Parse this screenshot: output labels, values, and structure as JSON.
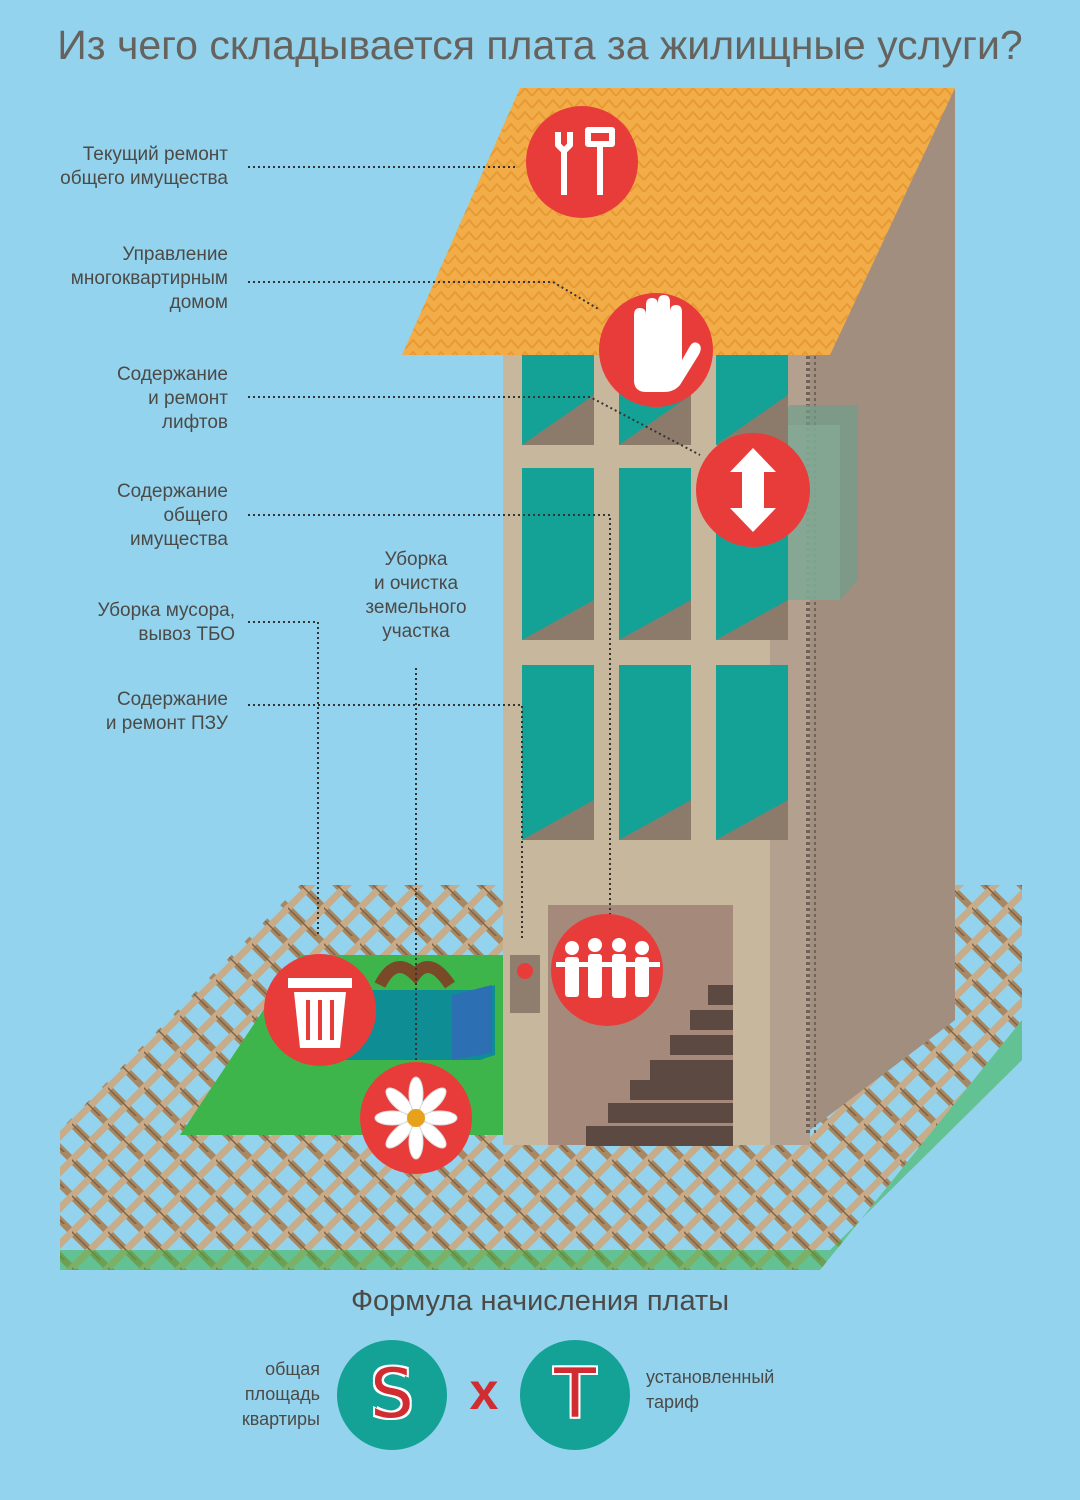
{
  "title": "Из чего складывается плата за жилищные услуги?",
  "labels": {
    "repair": "Текущий ремонт\nобщего имущества",
    "management": "Управление\nмногоквартирным\nдомом",
    "elevators": "Содержание\nи ремонт\nлифтов",
    "common_property": "Содержание\nобщего\nимущества",
    "land_cleaning": "Уборка\nи очистка\nземельного\nучастка",
    "garbage": "Уборка мусора,\nвывоз ТБО",
    "pzu": "Содержание\nи ремонт ПЗУ"
  },
  "icons": {
    "repair": "tools-icon",
    "management": "hand-icon",
    "elevators": "arrows-updown-icon",
    "common_property": "people-icon",
    "garbage": "trash-icon",
    "land_cleaning": "flower-icon"
  },
  "formula": {
    "title": "Формула начисления платы",
    "left_caption": "общая\nплощадь\nквартиры",
    "s_letter": "S",
    "operator": "x",
    "t_letter": "T",
    "right_caption": "установленный\nтариф"
  },
  "colors": {
    "background": "#93d3ee",
    "icon_red": "#e83c3b",
    "window_teal": "#14a296",
    "roof_orange": "#f2ad48",
    "grass": "#3db54a",
    "building_front": "#c7b79d",
    "building_side": "#a18e7f"
  }
}
